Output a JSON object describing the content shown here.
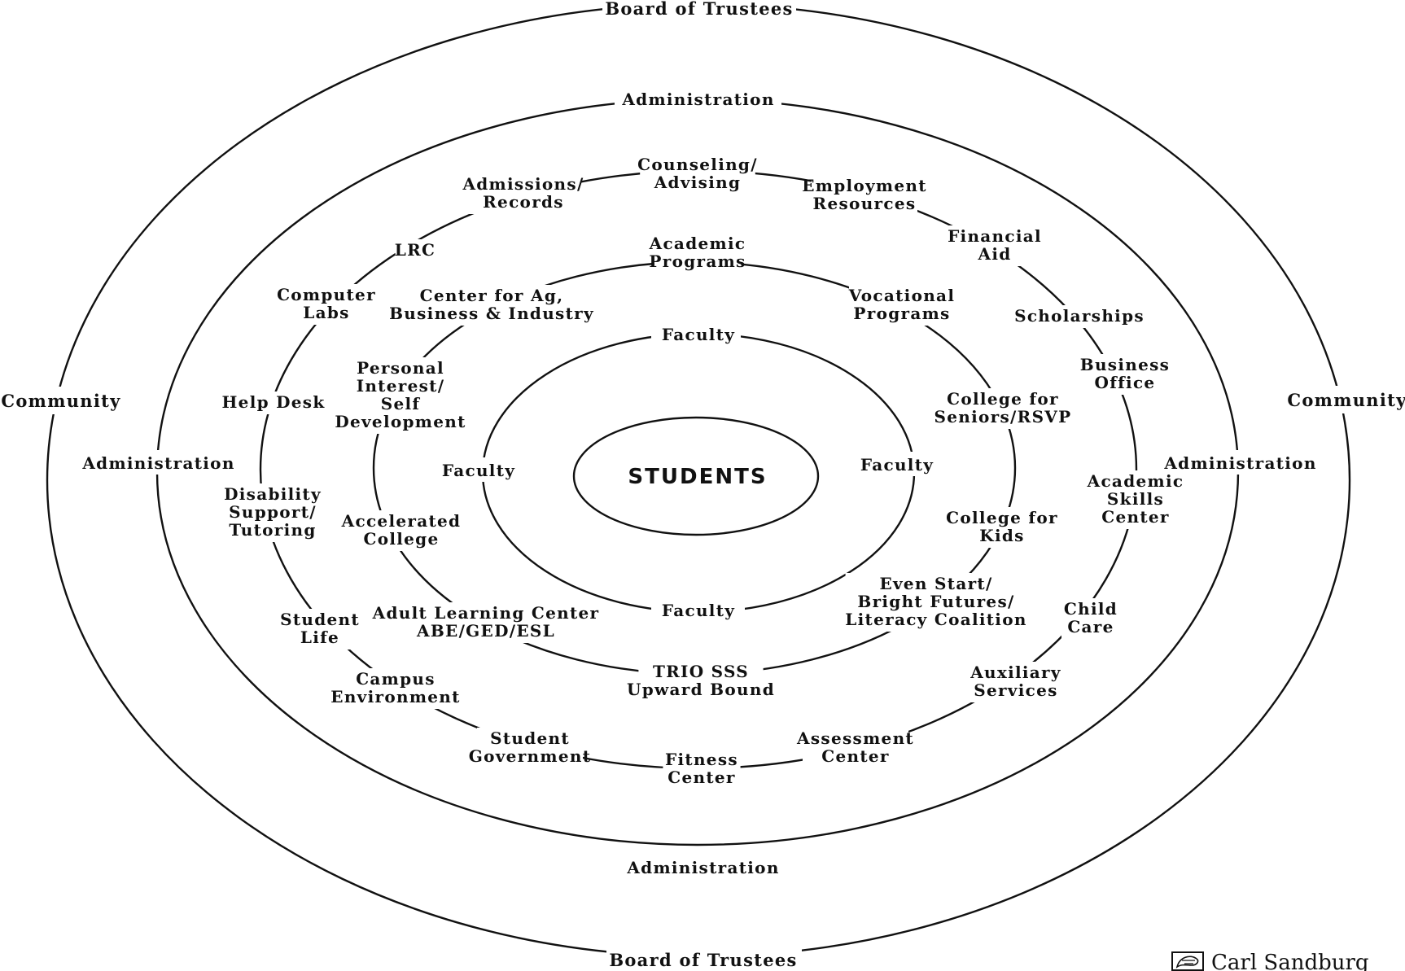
{
  "center": {
    "label": "STUDENTS"
  },
  "rings": {
    "faculty": {
      "labels": [
        "Faculty",
        "Faculty",
        "Faculty",
        "Faculty"
      ]
    },
    "programs": {
      "labels": [
        [
          "Academic",
          "Programs"
        ],
        [
          "Vocational",
          "Programs"
        ],
        [
          "College for",
          "Seniors/RSVP"
        ],
        [
          "College for",
          "Kids"
        ],
        [
          "Even Start/",
          "Bright Futures/",
          "Literacy Coalition"
        ],
        [
          "TRIO SSS",
          "Upward Bound"
        ],
        [
          "Adult Learning Center",
          "ABE/GED/ESL"
        ],
        [
          "Accelerated",
          "College"
        ],
        [
          "Personal",
          "Interest/",
          "Self",
          "Development"
        ],
        [
          "Center for Ag,",
          "Business & Industry"
        ]
      ]
    },
    "services": {
      "labels": [
        [
          "Counseling/",
          "Advising"
        ],
        [
          "Employment",
          "Resources"
        ],
        [
          "Financial",
          "Aid"
        ],
        [
          "Scholarships"
        ],
        [
          "Business",
          "Office"
        ],
        [
          "Academic",
          "Skills",
          "Center"
        ],
        [
          "Child",
          "Care"
        ],
        [
          "Auxiliary",
          "Services"
        ],
        [
          "Assessment",
          "Center"
        ],
        [
          "Fitness",
          "Center"
        ],
        [
          "Student",
          "Government"
        ],
        [
          "Campus",
          "Environment"
        ],
        [
          "Student",
          "Life"
        ],
        [
          "Disability",
          "Support/",
          "Tutoring"
        ],
        [
          "Help Desk"
        ],
        [
          "Computer",
          "Labs"
        ],
        [
          "LRC"
        ],
        [
          "Admissions/",
          "Records"
        ]
      ]
    },
    "administration": {
      "labels": [
        "Administration",
        "Administration",
        "Administration",
        "Administration"
      ]
    },
    "outer": {
      "labels": [
        "Board of Trustees",
        "Board of Trustees",
        "Community",
        "Community"
      ]
    }
  },
  "logo": {
    "text": "Carl Sandburg",
    "icon": "sandburg-portrait-logo-icon"
  }
}
